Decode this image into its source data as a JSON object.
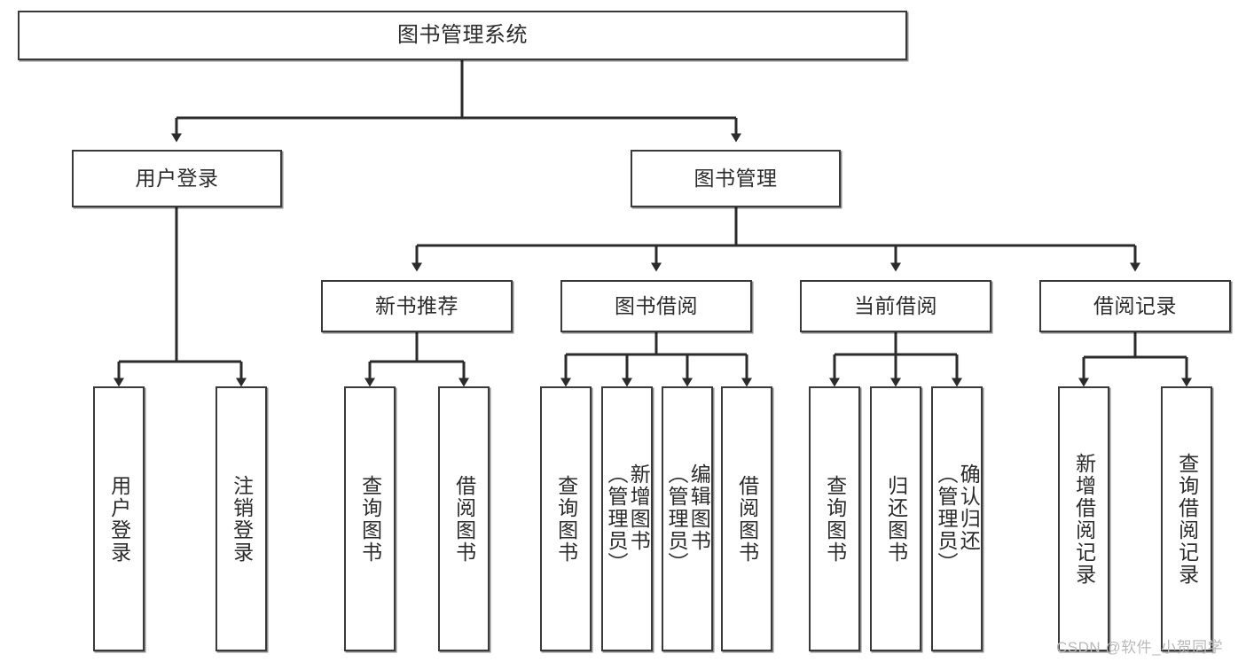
{
  "diagram": {
    "title": "图书管理系统",
    "type": "hierarchy-tree",
    "watermark": "CSDN @软件_小贺同学",
    "colors": {
      "box_border": "#3a3a3a",
      "box_fill": "#ffffff",
      "line": "#2b2b2b",
      "text": "#2b2b2b",
      "watermark": "#b9b9b9"
    },
    "levels": {
      "level1": [
        "图书管理系统"
      ],
      "level2": [
        "用户登录",
        "图书管理"
      ],
      "level3": [
        "新书推荐",
        "图书借阅",
        "当前借阅",
        "借阅记录"
      ],
      "level4": [
        "用户登录",
        "注销登录",
        "查询图书",
        "借阅图书",
        "查询图书",
        "新增图书（管理员）",
        "编辑图书（管理员）",
        "借阅图书",
        "查询图书",
        "归还图书",
        "确认归还（管理员）",
        "新增借阅记录",
        "查询借阅记录"
      ]
    },
    "nodes": {
      "root": {
        "label": "图书管理系统"
      },
      "user_login": {
        "label": "用户登录"
      },
      "book_mgmt": {
        "label": "图书管理"
      },
      "new_book_rec": {
        "label": "新书推荐"
      },
      "book_borrow": {
        "label": "图书借阅"
      },
      "current_borrow": {
        "label": "当前借阅"
      },
      "borrow_record": {
        "label": "借阅记录"
      },
      "leaf_user_login": {
        "label": "用户登录"
      },
      "leaf_logout": {
        "label": "注销登录"
      },
      "leaf_query_book_a": {
        "label": "查询图书"
      },
      "leaf_borrow_book_a": {
        "label": "借阅图书"
      },
      "leaf_query_book_b": {
        "label": "查询图书"
      },
      "leaf_add_book": {
        "label": "新增图书\n（管理员）"
      },
      "leaf_edit_book": {
        "label": "编辑图书\n（管理员）"
      },
      "leaf_borrow_book_b": {
        "label": "借阅图书"
      },
      "leaf_query_book_c": {
        "label": "查询图书"
      },
      "leaf_return_book": {
        "label": "归还图书"
      },
      "leaf_confirm_return": {
        "label": "确认归还\n（管理员）"
      },
      "leaf_add_record": {
        "label": "新增借阅记录"
      },
      "leaf_query_record": {
        "label": "查询借阅记录"
      }
    }
  }
}
